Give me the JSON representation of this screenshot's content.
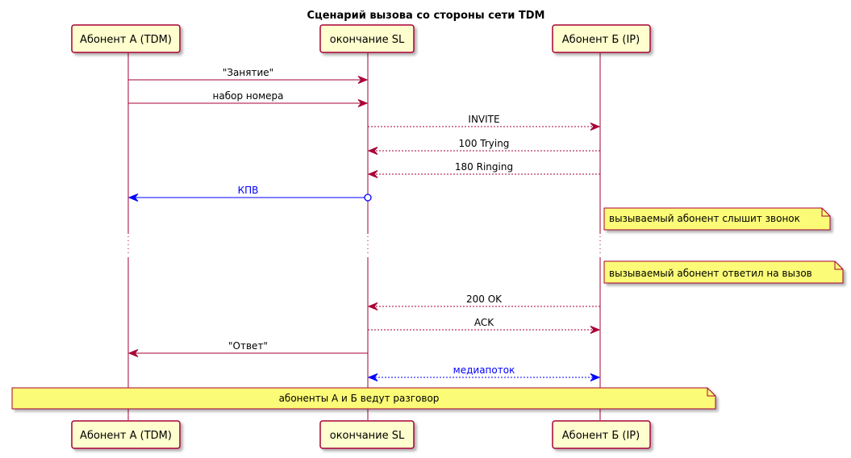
{
  "title": "Сценарий вызова со стороны сети TDM",
  "participants": [
    {
      "id": "A",
      "label": "Абонент А (TDM)"
    },
    {
      "id": "SL",
      "label": "окончание SL"
    },
    {
      "id": "B",
      "label": "Абонент Б (IP)"
    }
  ],
  "messages": [
    {
      "from": "A",
      "to": "SL",
      "label": "\"Занятие\"",
      "style": "solid",
      "color": "#A80036",
      "text_color": "#000000",
      "start_marker": "none"
    },
    {
      "from": "A",
      "to": "SL",
      "label": "набор номера",
      "style": "solid",
      "color": "#A80036",
      "text_color": "#000000",
      "start_marker": "none"
    },
    {
      "from": "SL",
      "to": "B",
      "label": "INVITE",
      "style": "dashed",
      "color": "#A80036",
      "text_color": "#000000",
      "start_marker": "none"
    },
    {
      "from": "B",
      "to": "SL",
      "label": "100 Trying",
      "style": "dashed",
      "color": "#A80036",
      "text_color": "#000000",
      "start_marker": "none"
    },
    {
      "from": "B",
      "to": "SL",
      "label": "180 Ringing",
      "style": "dashed",
      "color": "#A80036",
      "text_color": "#000000",
      "start_marker": "none"
    },
    {
      "from": "SL",
      "to": "A",
      "label": "КПВ",
      "style": "solid",
      "color": "#0000FF",
      "text_color": "#0000FF",
      "start_marker": "circle"
    },
    {
      "from": "B",
      "to": "SL",
      "label": "200 OK",
      "style": "dashed",
      "color": "#A80036",
      "text_color": "#000000",
      "start_marker": "none"
    },
    {
      "from": "SL",
      "to": "B",
      "label": "ACK",
      "style": "dashed",
      "color": "#A80036",
      "text_color": "#000000",
      "start_marker": "none"
    },
    {
      "from": "SL",
      "to": "A",
      "label": "\"Ответ\"",
      "style": "solid",
      "color": "#A80036",
      "text_color": "#000000",
      "start_marker": "none"
    },
    {
      "from": "SL",
      "to": "B",
      "label": "медиапоток",
      "style": "dashed",
      "color": "#0000FF",
      "text_color": "#0000FF",
      "start_marker": "arrow"
    }
  ],
  "notes": [
    {
      "text": "вызываемый абонент слышит звонок"
    },
    {
      "text": "вызываемый абонент ответил на вызов"
    },
    {
      "text": "абоненты А и Б ведут разговор"
    }
  ],
  "colors": {
    "participant_fill": "#FEFECE",
    "participant_border": "#A80036",
    "lifeline": "#A80036",
    "note_fill": "#FBFB77",
    "note_border": "#A80036"
  }
}
